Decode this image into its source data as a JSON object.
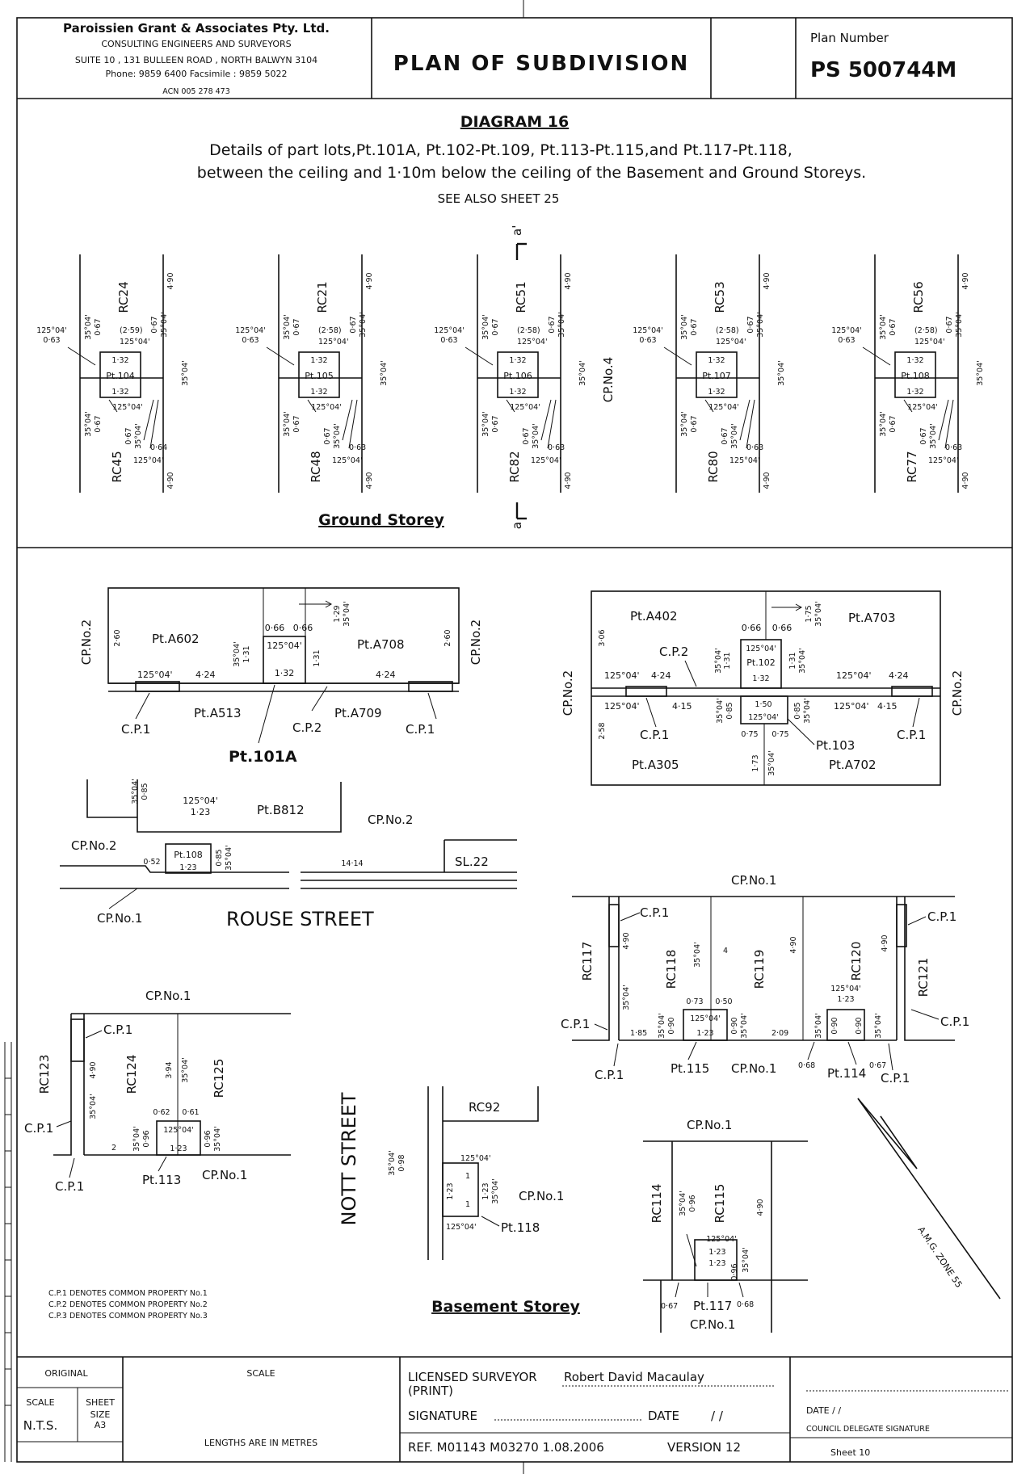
{
  "header": {
    "firm_name": "Paroissien Grant & Associates Pty. Ltd.",
    "firm_line1": "CONSULTING ENGINEERS AND SURVEYORS",
    "firm_line2": "SUITE 10 , 131 BULLEEN ROAD , NORTH BALWYN 3104",
    "firm_line3": "Phone: 9859 6400 Facsimile : 9859 5022",
    "firm_line4": "ACN 005 278 473",
    "plan_title": "PLAN OF SUBDIVISION",
    "plan_number_label": "Plan Number",
    "plan_number": "PS 500744M"
  },
  "diagram": {
    "title": "DIAGRAM 16",
    "desc1": "Details of part lots,Pt.101A, Pt.102-Pt.109, Pt.113-Pt.115,and Pt.117-Pt.118,",
    "desc2": "between the ceiling and 1·10m below the ceiling of the Basement and Ground Storeys.",
    "see_also": "SEE ALSO SHEET 25"
  },
  "ground": {
    "label": "Ground Storey",
    "section_a": "a",
    "section_a2": "a'",
    "cp_no4": "CP.No.4",
    "units": [
      {
        "pt": "Pt.104",
        "rc_top": "RC24",
        "rc_bot": "RC45",
        "d_side": "0·64"
      },
      {
        "pt": "Pt.105",
        "rc_top": "RC21",
        "rc_bot": "RC48",
        "d_side": "0·63"
      },
      {
        "pt": "Pt.106",
        "rc_top": "RC51",
        "rc_bot": "RC82",
        "d_side": "0·63"
      },
      {
        "pt": "Pt.107",
        "rc_top": "RC53",
        "rc_bot": "RC80",
        "d_side": "0·63"
      },
      {
        "pt": "Pt.108",
        "rc_top": "RC56",
        "rc_bot": "RC77",
        "d_side": "0·63"
      }
    ],
    "dims": {
      "bearing_a": "125°04'",
      "bearing_b": "35°04'",
      "d063": "0·63",
      "d067": "0·67",
      "d132": "1·32",
      "d490": "4·90",
      "d259": "(2·59)",
      "d258": "(2·58)"
    }
  },
  "basement": {
    "label": "Basement Storey",
    "rouse_street": "ROUSE   STREET",
    "nott_street": "NOTT   STREET",
    "amg": "A.M.G. ZONE 55",
    "pt_a602": "Pt.A602",
    "pt_a708": "Pt.A708",
    "pt_a513": "Pt.A513",
    "pt_a709": "Pt.A709",
    "pt_101a": "Pt.101A",
    "pt_a402": "Pt.A402",
    "pt_a703": "Pt.A703",
    "pt_102": "Pt.102",
    "pt_a305": "Pt.A305",
    "pt_a702": "Pt.A702",
    "pt_103": "Pt.103",
    "pt_b812": "Pt.B812",
    "pt_108": "Pt.108",
    "sl22": "SL.22",
    "pt_115": "Pt.115",
    "pt_114": "Pt.114",
    "pt_113": "Pt.113",
    "pt_118": "Pt.118",
    "pt_117": "Pt.117",
    "rc92": "RC92",
    "rc117": "RC117",
    "rc118": "RC118",
    "rc119": "RC119",
    "rc120": "RC120",
    "rc121": "RC121",
    "rc123": "RC123",
    "rc124": "RC124",
    "rc125": "RC125",
    "rc114": "RC114",
    "rc115": "RC115",
    "cp1": "C.P.1",
    "cp2": "C.P.2",
    "cpno1": "CP.No.1",
    "cpno2": "CP.No.2",
    "d_a": "125°04'",
    "d_b": "35°04'",
    "d424": "4·24",
    "d415": "4·15",
    "d066": "0·66",
    "d129": "1·29",
    "d175": "1·75",
    "d131": "1·31",
    "d132": "1·32",
    "d260": "2·60",
    "d306": "3·06",
    "d258": "2·58",
    "d150": "1·50",
    "d085": "0·85",
    "d075": "0·75",
    "d173": "1·73",
    "d123": "1·23",
    "d052": "0·52",
    "d1414": "14·14",
    "d490": "4·90",
    "d073": "0·73",
    "d050": "0·50",
    "d185": "1·85",
    "d209": "2·09",
    "d068": "0·68",
    "d067": "0·67",
    "d090": "0·90",
    "d4": "4",
    "d394": "3·94",
    "d062": "0·62",
    "d061": "0·61",
    "d096": "0·96",
    "d2": "2",
    "d098": "0·98",
    "d1": "1"
  },
  "legend": [
    "C.P.1  DENOTES COMMON PROPERTY No.1",
    "C.P.2  DENOTES COMMON PROPERTY No.2",
    "C.P.3  DENOTES COMMON PROPERTY No.3"
  ],
  "footer": {
    "original": "ORIGINAL",
    "scale_label": "SCALE",
    "scale_value": "N.T.S.",
    "sheet_size_label1": "SHEET",
    "sheet_size_label2": "SIZE",
    "sheet_size_value": "A3",
    "scale_heading": "SCALE",
    "lengths": "LENGTHS ARE IN METRES",
    "surveyor_label": "LICENSED SURVEYOR",
    "surveyor_print": "(PRINT)",
    "surveyor_name": "Robert David Macaulay",
    "signature_label": "SIGNATURE",
    "date_label": "DATE",
    "date_slashes": "/     /",
    "ref": "REF.  M01143   M03270  1.08.2006",
    "version": "VERSION  12",
    "council_date": "DATE     /     /",
    "council_label": "COUNCIL DELEGATE SIGNATURE",
    "sheet": "Sheet  10"
  }
}
